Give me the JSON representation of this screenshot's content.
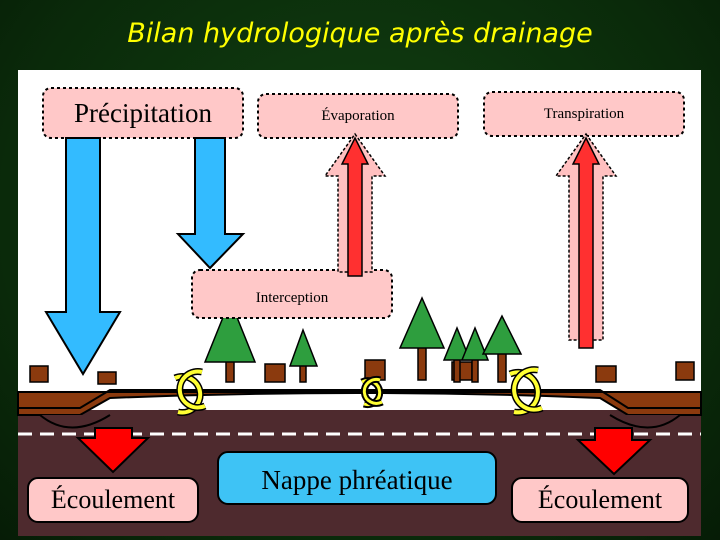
{
  "title": "Bilan hydrologique après drainage",
  "labels": {
    "precipitation": "Précipitation",
    "evaporation": "Évaporation",
    "transpiration": "Transpiration",
    "interception": "Interception",
    "ecoulement_left": "Écoulement",
    "nappe": "Nappe phréatique",
    "ecoulement_right": "Écoulement"
  },
  "colors": {
    "panel": "#ffffff",
    "label_box": "#ffc8c8",
    "precip_arrow": "#33bbff",
    "up_arrow_fill": "#ff3030",
    "up_arrow_halo": "#ffc0c0",
    "soil": "#8b3a0e",
    "subsoil": "#4e2a2e",
    "water_table": "#ffffff",
    "outflow_arrow": "#ff0000",
    "nappe_box": "#3ec3f5",
    "tree": "#2e9e3e",
    "cycle": "#ffff33"
  }
}
